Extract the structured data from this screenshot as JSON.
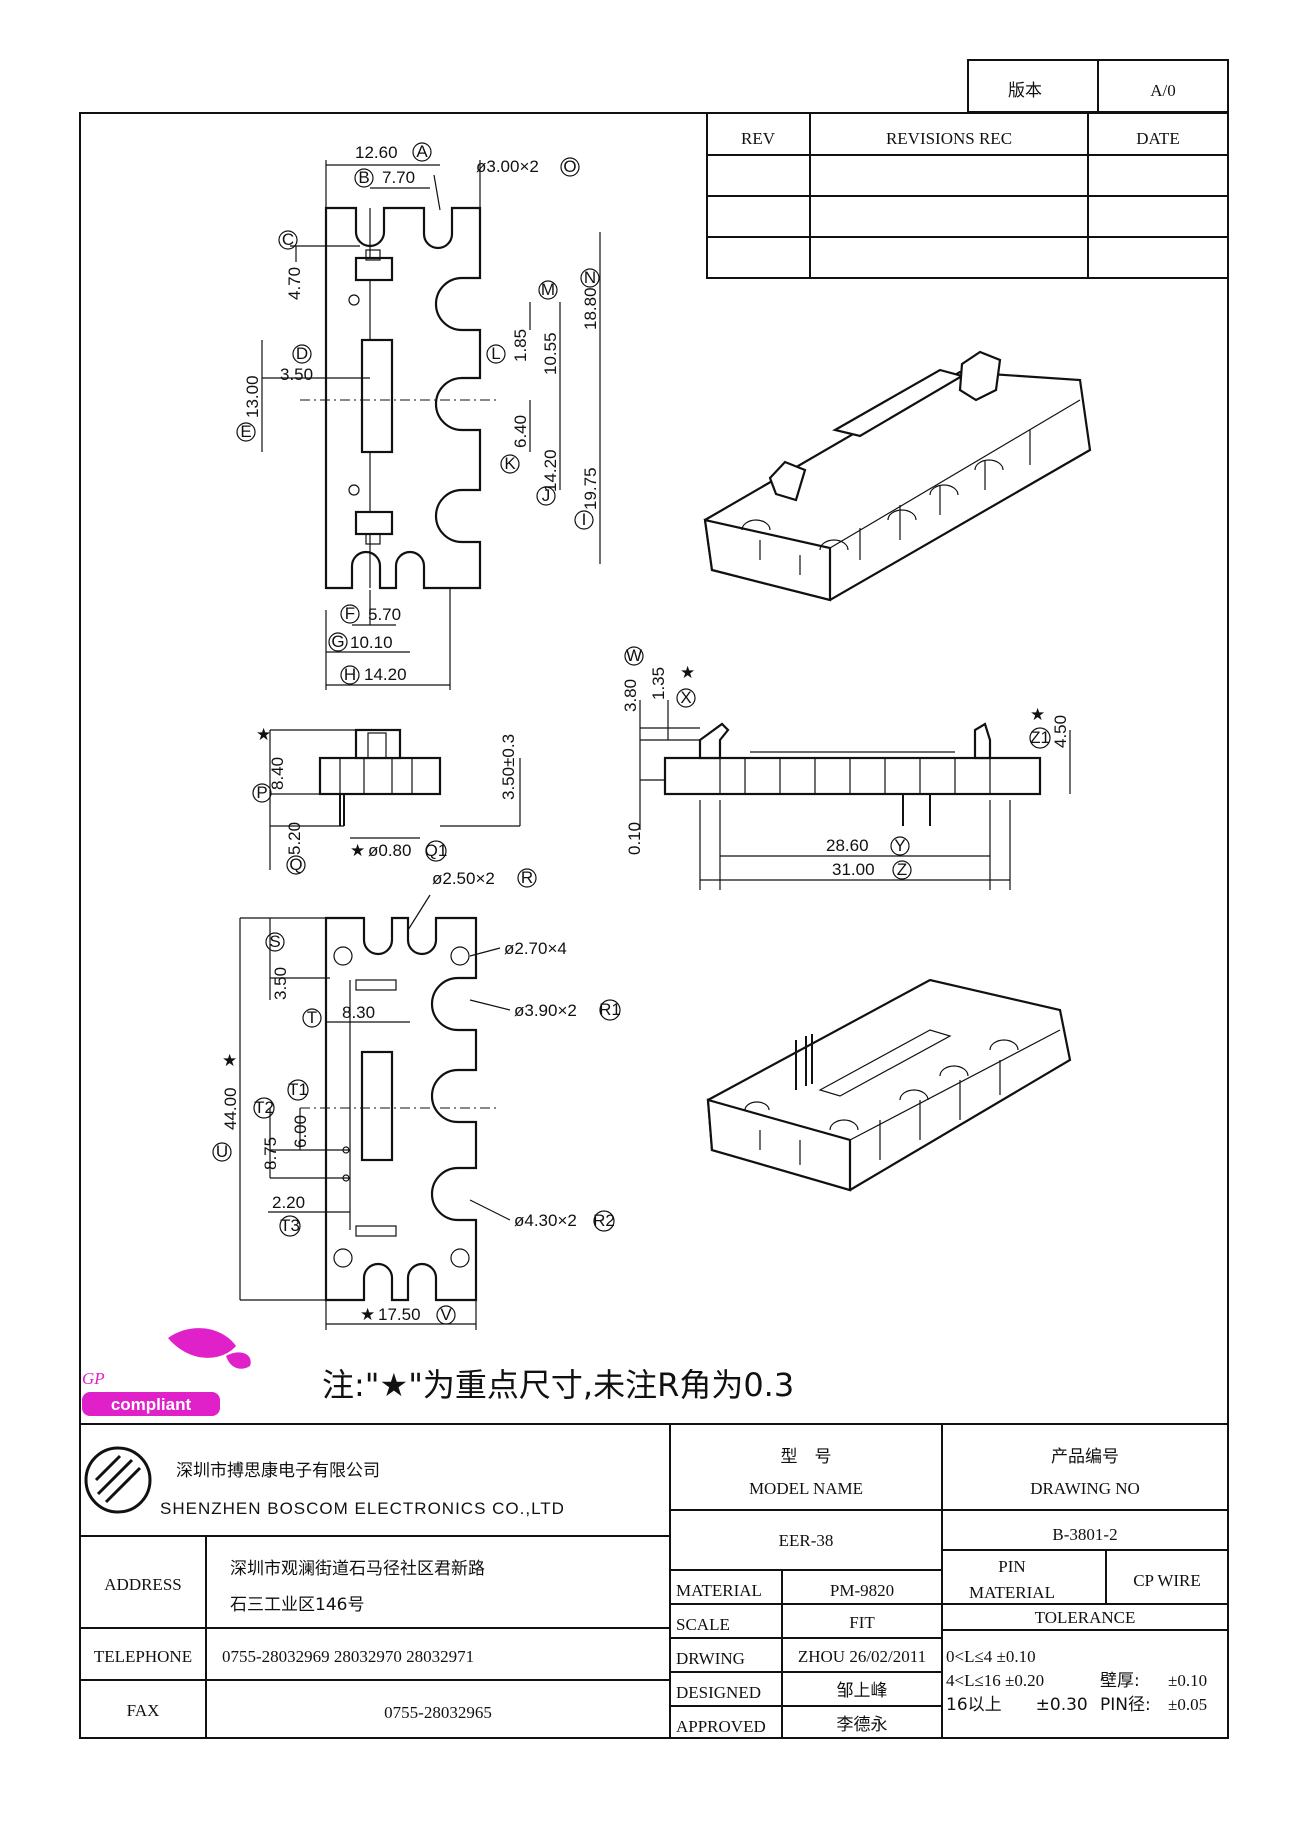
{
  "revision_box": {
    "version_label": "版本",
    "version_value": "A/0"
  },
  "revisions_table": {
    "col_rev": "REV",
    "col_rec": "REVISIONS REC",
    "col_date": "DATE"
  },
  "top_view_dims": {
    "a": "12.60",
    "b": "7.70",
    "o": "ø3.00×2",
    "c": "4.70",
    "m_n": "18.80",
    "l": "1.85",
    "l2": "10.55",
    "d": "3.50",
    "e": "13.00",
    "k": "6.40",
    "j": "14.20",
    "i": "19.75",
    "f": "5.70",
    "g": "10.10",
    "h": "14.20"
  },
  "side_view_dims": {
    "p": "8.40",
    "h350": "3.50±0.3",
    "q": "5.20",
    "q1": "ø0.80",
    "w": "3.80",
    "x": "1.35",
    "z1": "4.50",
    "d010": "0.10",
    "y": "28.60",
    "z": "31.00"
  },
  "bottom_view_dims": {
    "r": "ø2.50×2",
    "holes": "ø2.70×4",
    "s": "3.50",
    "t": "8.30",
    "r1": "ø3.90×2",
    "u": "44.00",
    "t1t2": "6.00",
    "t2b": "8.75",
    "t3": "2.20",
    "r2": "ø4.30×2",
    "v": "17.50"
  },
  "callouts": {
    "A": "A",
    "B": "B",
    "C": "C",
    "D": "D",
    "E": "E",
    "F": "F",
    "G": "G",
    "H": "H",
    "I": "I",
    "J": "J",
    "K": "K",
    "L": "L",
    "M": "M",
    "N": "N",
    "O": "O",
    "P": "P",
    "Q": "Q",
    "Q1": "Q1",
    "R": "R",
    "R1": "R1",
    "R2": "R2",
    "S": "S",
    "T": "T",
    "T1": "T1",
    "T2": "T2",
    "T3": "T3",
    "U": "U",
    "V": "V",
    "W": "W",
    "X": "X",
    "Y": "Y",
    "Z": "Z",
    "Z1": "Z1"
  },
  "star": "★",
  "note": "注:\"★\"为重点尺寸,未注R角为0.3",
  "logo": {
    "gp": "GP",
    "compliant": "compliant"
  },
  "company": {
    "name_cn": "深圳市搏思康电子有限公司",
    "name_en": "SHENZHEN BOSCOM ELECTRONICS CO.,LTD"
  },
  "title_block": {
    "model_cn": "型　号",
    "model_en": "MODEL NAME",
    "model_value": "EER-38",
    "drawing_cn": "产品编号",
    "drawing_en": "DRAWING NO",
    "drawing_value": "B-3801-2",
    "address_label": "ADDRESS",
    "address_line1": "深圳市观澜街道石马径社区君新路",
    "address_line2": "石三工业区146号",
    "telephone_label": "TELEPHONE",
    "telephone_value": "0755-28032969 28032970 28032971",
    "fax_label": "FAX",
    "fax_value": "0755-28032965",
    "material_label": "MATERIAL",
    "material_value": "PM-9820",
    "scale_label": "SCALE",
    "scale_value": "FIT",
    "drwing_label": "DRWING",
    "drwing_value": "ZHOU 26/02/2011",
    "designed_label": "DESIGNED",
    "designed_value": "邹上峰",
    "approved_label": "APPROVED",
    "approved_value": "李德永",
    "pin_label_1": "PIN",
    "pin_label_2": "MATERIAL",
    "pin_value": "CP WIRE",
    "tolerance_label": "TOLERANCE",
    "tol1": "0<L≤4  ±0.10",
    "tol2": "4<L≤16  ±0.20",
    "tol3": "16以上　　±0.30",
    "wall_label": "壁厚:",
    "wall_value": "±0.10",
    "pin_dia_label": "PIN径:",
    "pin_dia_value": "±0.05"
  }
}
